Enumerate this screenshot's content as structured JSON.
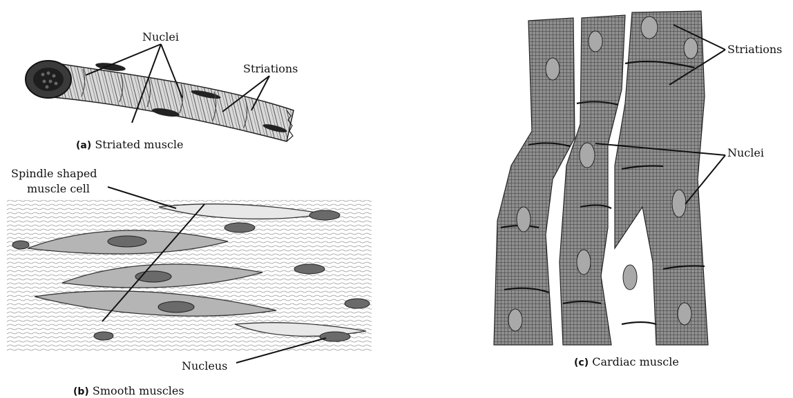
{
  "panel_a": {
    "label_nuclei": "Nuclei",
    "label_striations": "Striations",
    "caption_tag": "(a)",
    "caption_text": "Striated muscle"
  },
  "panel_b": {
    "label_spindle_line1": "Spindle shaped",
    "label_spindle_line2": "muscle cell",
    "label_nucleus": "Nucleus",
    "caption_tag": "(b)",
    "caption_text": "Smooth muscles"
  },
  "panel_c": {
    "label_striations": "Striations",
    "label_nuclei": "Nuclei",
    "caption_tag": "(c)",
    "caption_text": "Cardiac muscle"
  }
}
